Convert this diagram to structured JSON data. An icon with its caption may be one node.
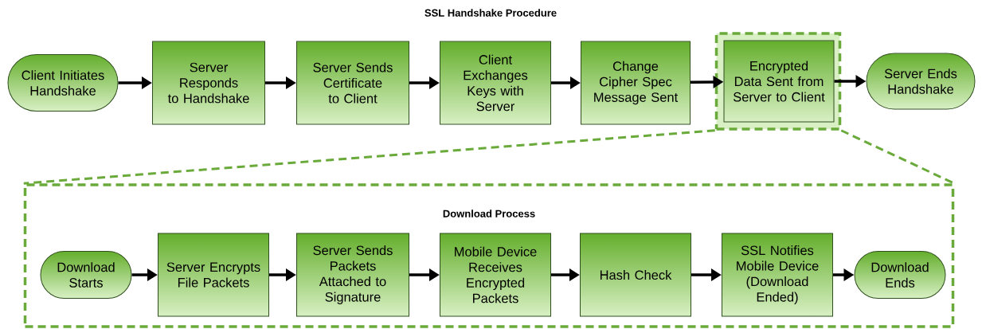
{
  "diagram": {
    "title": "SSL Handshake Procedure",
    "nodes": [
      {
        "text": [
          "Client Initiates Handshake"
        ]
      },
      {
        "text": [
          "Server Responds to Handshake"
        ]
      },
      {
        "text": [
          "Server Sends Certificate to Client"
        ]
      },
      {
        "text": [
          "Client Exchanges Keys with Server"
        ]
      },
      {
        "text": [
          "Change Cipher Spec Message Sent"
        ]
      },
      {
        "text": [],
        "shape": "box"
      },
      {
        "text": [
          "Encrypted Data Sent from Server to Client"
        ],
        "in": 5
      },
      {
        "text": [
          "Server Ends Handshake"
        ]
      },
      {
        "text": [
          "Download Process"
        ]
      },
      {
        "text": [
          "Download Starts"
        ],
        "in": 8
      },
      {
        "text": [
          "Server Encrypts File Packets"
        ],
        "in": 8
      },
      {
        "text": [
          "Server Sends Packets Attached to Signature"
        ],
        "in": 8
      },
      {
        "text": [
          "Mobile Device Receives Encrypted Packets"
        ],
        "in": 8
      },
      {
        "text": [
          "Hash Check"
        ],
        "in": 8
      },
      {
        "text": [
          "SSL Notifies Mobile Device (Download Ended)"
        ],
        "in": 8
      },
      {
        "text": [
          "Download Ends"
        ],
        "in": 8
      }
    ],
    "edges": [
      {
        "from": 0,
        "to": 1,
        "arrow": "to"
      },
      {
        "from": 1,
        "to": 2,
        "arrow": "to"
      },
      {
        "from": 2,
        "to": 3,
        "arrow": "to"
      },
      {
        "from": 3,
        "to": 4,
        "arrow": "to"
      },
      {
        "from": 4,
        "to": 6,
        "arrow": "to"
      },
      {
        "from": 6,
        "to": 7,
        "arrow": "to"
      },
      {
        "from": 5,
        "to": 8,
        "arrow": "none",
        "style": "dashed",
        "color": "#6aaa3a"
      },
      {
        "from": 5,
        "to": 8,
        "arrow": "none",
        "style": "dashed",
        "color": "#6aaa3a"
      },
      {
        "from": 9,
        "to": 10,
        "arrow": "to"
      },
      {
        "from": 10,
        "to": 11,
        "arrow": "to"
      },
      {
        "from": 11,
        "to": 12,
        "arrow": "to"
      },
      {
        "from": 12,
        "to": 13,
        "arrow": "to"
      },
      {
        "from": 13,
        "to": 14,
        "arrow": "to"
      },
      {
        "from": 14,
        "to": 15,
        "arrow": "to"
      }
    ]
  }
}
